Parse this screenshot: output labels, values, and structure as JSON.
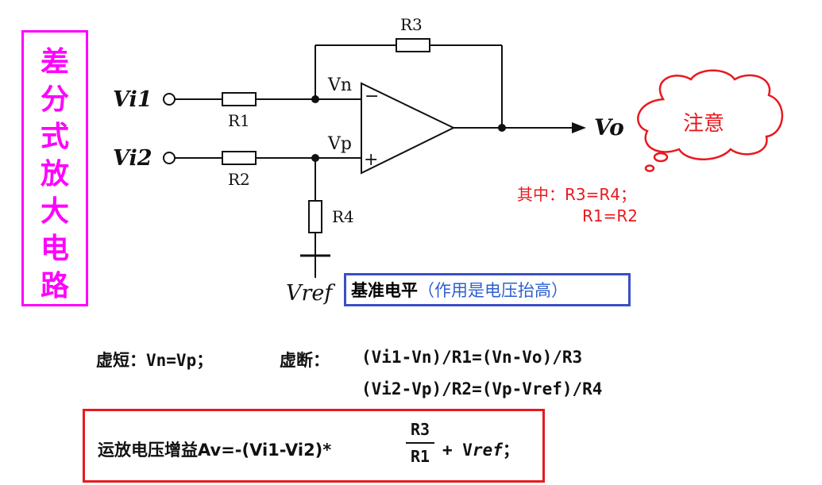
{
  "title": [
    "差",
    "分",
    "式",
    "放",
    "大",
    "电",
    "路"
  ],
  "labels": {
    "vi1": "Vi1",
    "vi2": "Vi2",
    "vn": "Vn",
    "vp": "Vp",
    "vo": "Vo",
    "r1": "R1",
    "r2": "R2",
    "r3": "R3",
    "r4": "R4",
    "minus": "−",
    "plus": "+",
    "vref": "Vref"
  },
  "cloud": {
    "text": "注意"
  },
  "note": {
    "line1": "其中：R3=R4；",
    "line2": "R1=R2"
  },
  "ref_box": {
    "main": "基准电平",
    "note": "（作用是电压抬高）"
  },
  "equations": {
    "virtual_short_label": "虚短：",
    "virtual_short": "Vn=Vp；",
    "virtual_open_label": "虚断：",
    "line1": "(Vi1-Vn)/R1=(Vn-Vo)/R3",
    "line2": "(Vi2-Vp)/R2=(Vp-Vref)/R4"
  },
  "gain": {
    "prefix": "运放电压增益Av=-(Vi1-Vi2)*",
    "numerator": "R3",
    "denominator": "R1",
    "suffix_plus": "+ V",
    "suffix_sub": "ref",
    "suffix_end": "；"
  },
  "colors": {
    "title": "#ff00ff",
    "cloud": "#e8191f",
    "note": "#e8191f",
    "ref_box_border": "#3b4fc4",
    "ref_note": "#2e5fd0",
    "gain_border": "#e8191f"
  }
}
